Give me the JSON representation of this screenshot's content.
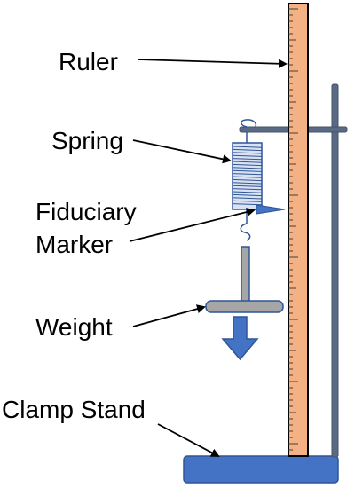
{
  "labels": {
    "ruler": "Ruler",
    "spring": "Spring",
    "fiduciary_line1": "Fiduciary",
    "fiduciary_line2": "Marker",
    "weight": "Weight",
    "clamp_stand": "Clamp Stand"
  },
  "colors": {
    "ruler_fill": "#f4b183",
    "ruler_outline": "#000000",
    "stand": "#5a6a85",
    "base": "#4472c4",
    "spring": "#4472c4",
    "weight_plate": "#a6a6a6",
    "weight_outline": "#2f5597",
    "arrow": "#4472c4",
    "leader_line": "#000000"
  },
  "icons": {
    "weight_direction": "down-arrow"
  }
}
